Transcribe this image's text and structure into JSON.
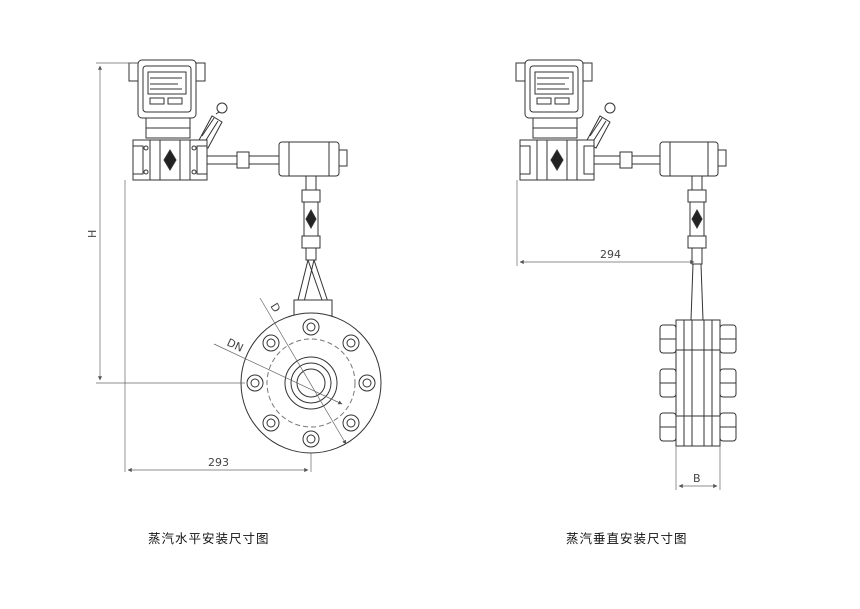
{
  "left_view": {
    "caption": "蒸汽水平安装尺寸图",
    "dim_height_label": "H",
    "dim_width_label": "293",
    "dim_bore_label": "DN",
    "dim_outer_label": "D"
  },
  "right_view": {
    "caption": "蒸汽垂直安装尺寸图",
    "dim_offset_label": "294",
    "dim_thickness_label": "B"
  },
  "colors": {
    "line": "#333333",
    "dim": "#666666",
    "fill": "#ffffff",
    "dark": "#222222"
  }
}
